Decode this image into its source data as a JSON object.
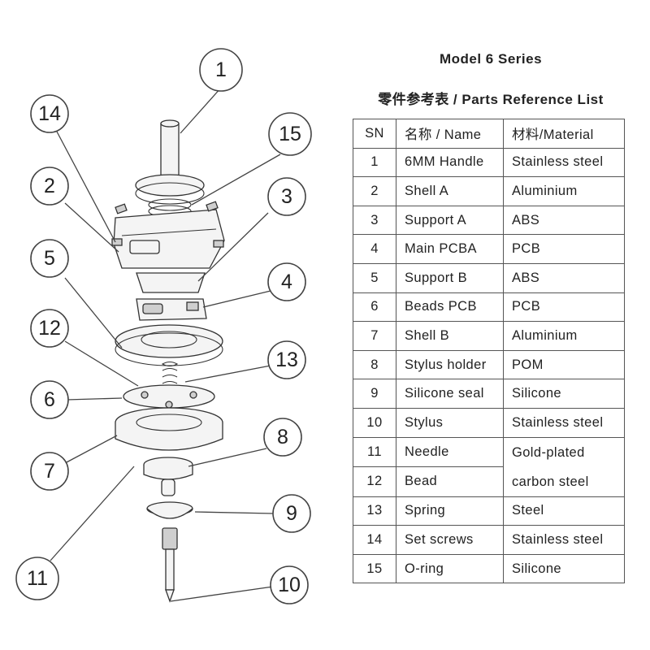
{
  "header": {
    "title": "Model 6 Series",
    "subtitle": "零件参考表 / Parts Reference List"
  },
  "table": {
    "columns": {
      "sn": "SN",
      "name": "名称 / Name",
      "material": "材料/Material"
    },
    "rows": [
      {
        "sn": "1",
        "name": "6MM Handle",
        "material": "Stainless steel"
      },
      {
        "sn": "2",
        "name": "Shell A",
        "material": "Aluminium"
      },
      {
        "sn": "3",
        "name": "Support A",
        "material": "ABS"
      },
      {
        "sn": "4",
        "name": "Main PCBA",
        "material": "PCB"
      },
      {
        "sn": "5",
        "name": "Support B",
        "material": "ABS"
      },
      {
        "sn": "6",
        "name": "Beads PCB",
        "material": "PCB"
      },
      {
        "sn": "7",
        "name": "Shell B",
        "material": "Aluminium"
      },
      {
        "sn": "8",
        "name": "Stylus holder",
        "material": "POM"
      },
      {
        "sn": "9",
        "name": "Silicone seal",
        "material": "Silicone"
      },
      {
        "sn": "10",
        "name": "Stylus",
        "material": "Stainless steel"
      },
      {
        "sn": "11",
        "name": "Needle",
        "material": "Gold-plated carbon steel"
      },
      {
        "sn": "12",
        "name": "Bead",
        "material": "Gold-plated carbon steel"
      },
      {
        "sn": "13",
        "name": "Spring",
        "material": "Steel"
      },
      {
        "sn": "14",
        "name": "Set screws",
        "material": "Stainless steel"
      },
      {
        "sn": "15",
        "name": "O-ring",
        "material": "Silicone"
      }
    ],
    "merged_material": {
      "line1": "Gold-plated",
      "line2": "carbon steel"
    }
  },
  "callouts": [
    "1",
    "14",
    "15",
    "2",
    "3",
    "5",
    "4",
    "12",
    "13",
    "6",
    "8",
    "7",
    "9",
    "11",
    "10"
  ]
}
